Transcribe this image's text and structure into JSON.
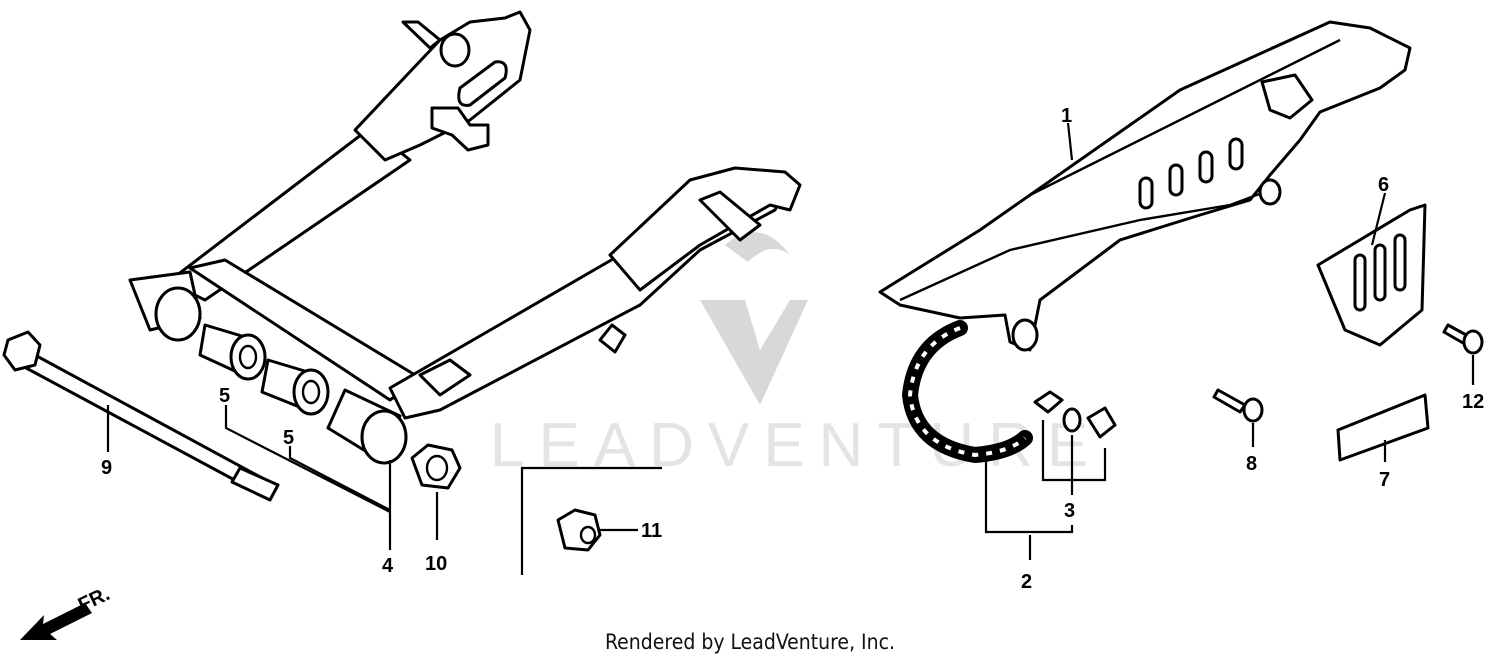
{
  "diagram": {
    "watermark": "LEADVENTURE",
    "callouts": [
      "1",
      "2",
      "3",
      "4",
      "5",
      "5",
      "6",
      "7",
      "8",
      "9",
      "10",
      "11",
      "12"
    ],
    "direction_label": "FR.",
    "credit": "Rendered by LeadVenture, Inc."
  }
}
